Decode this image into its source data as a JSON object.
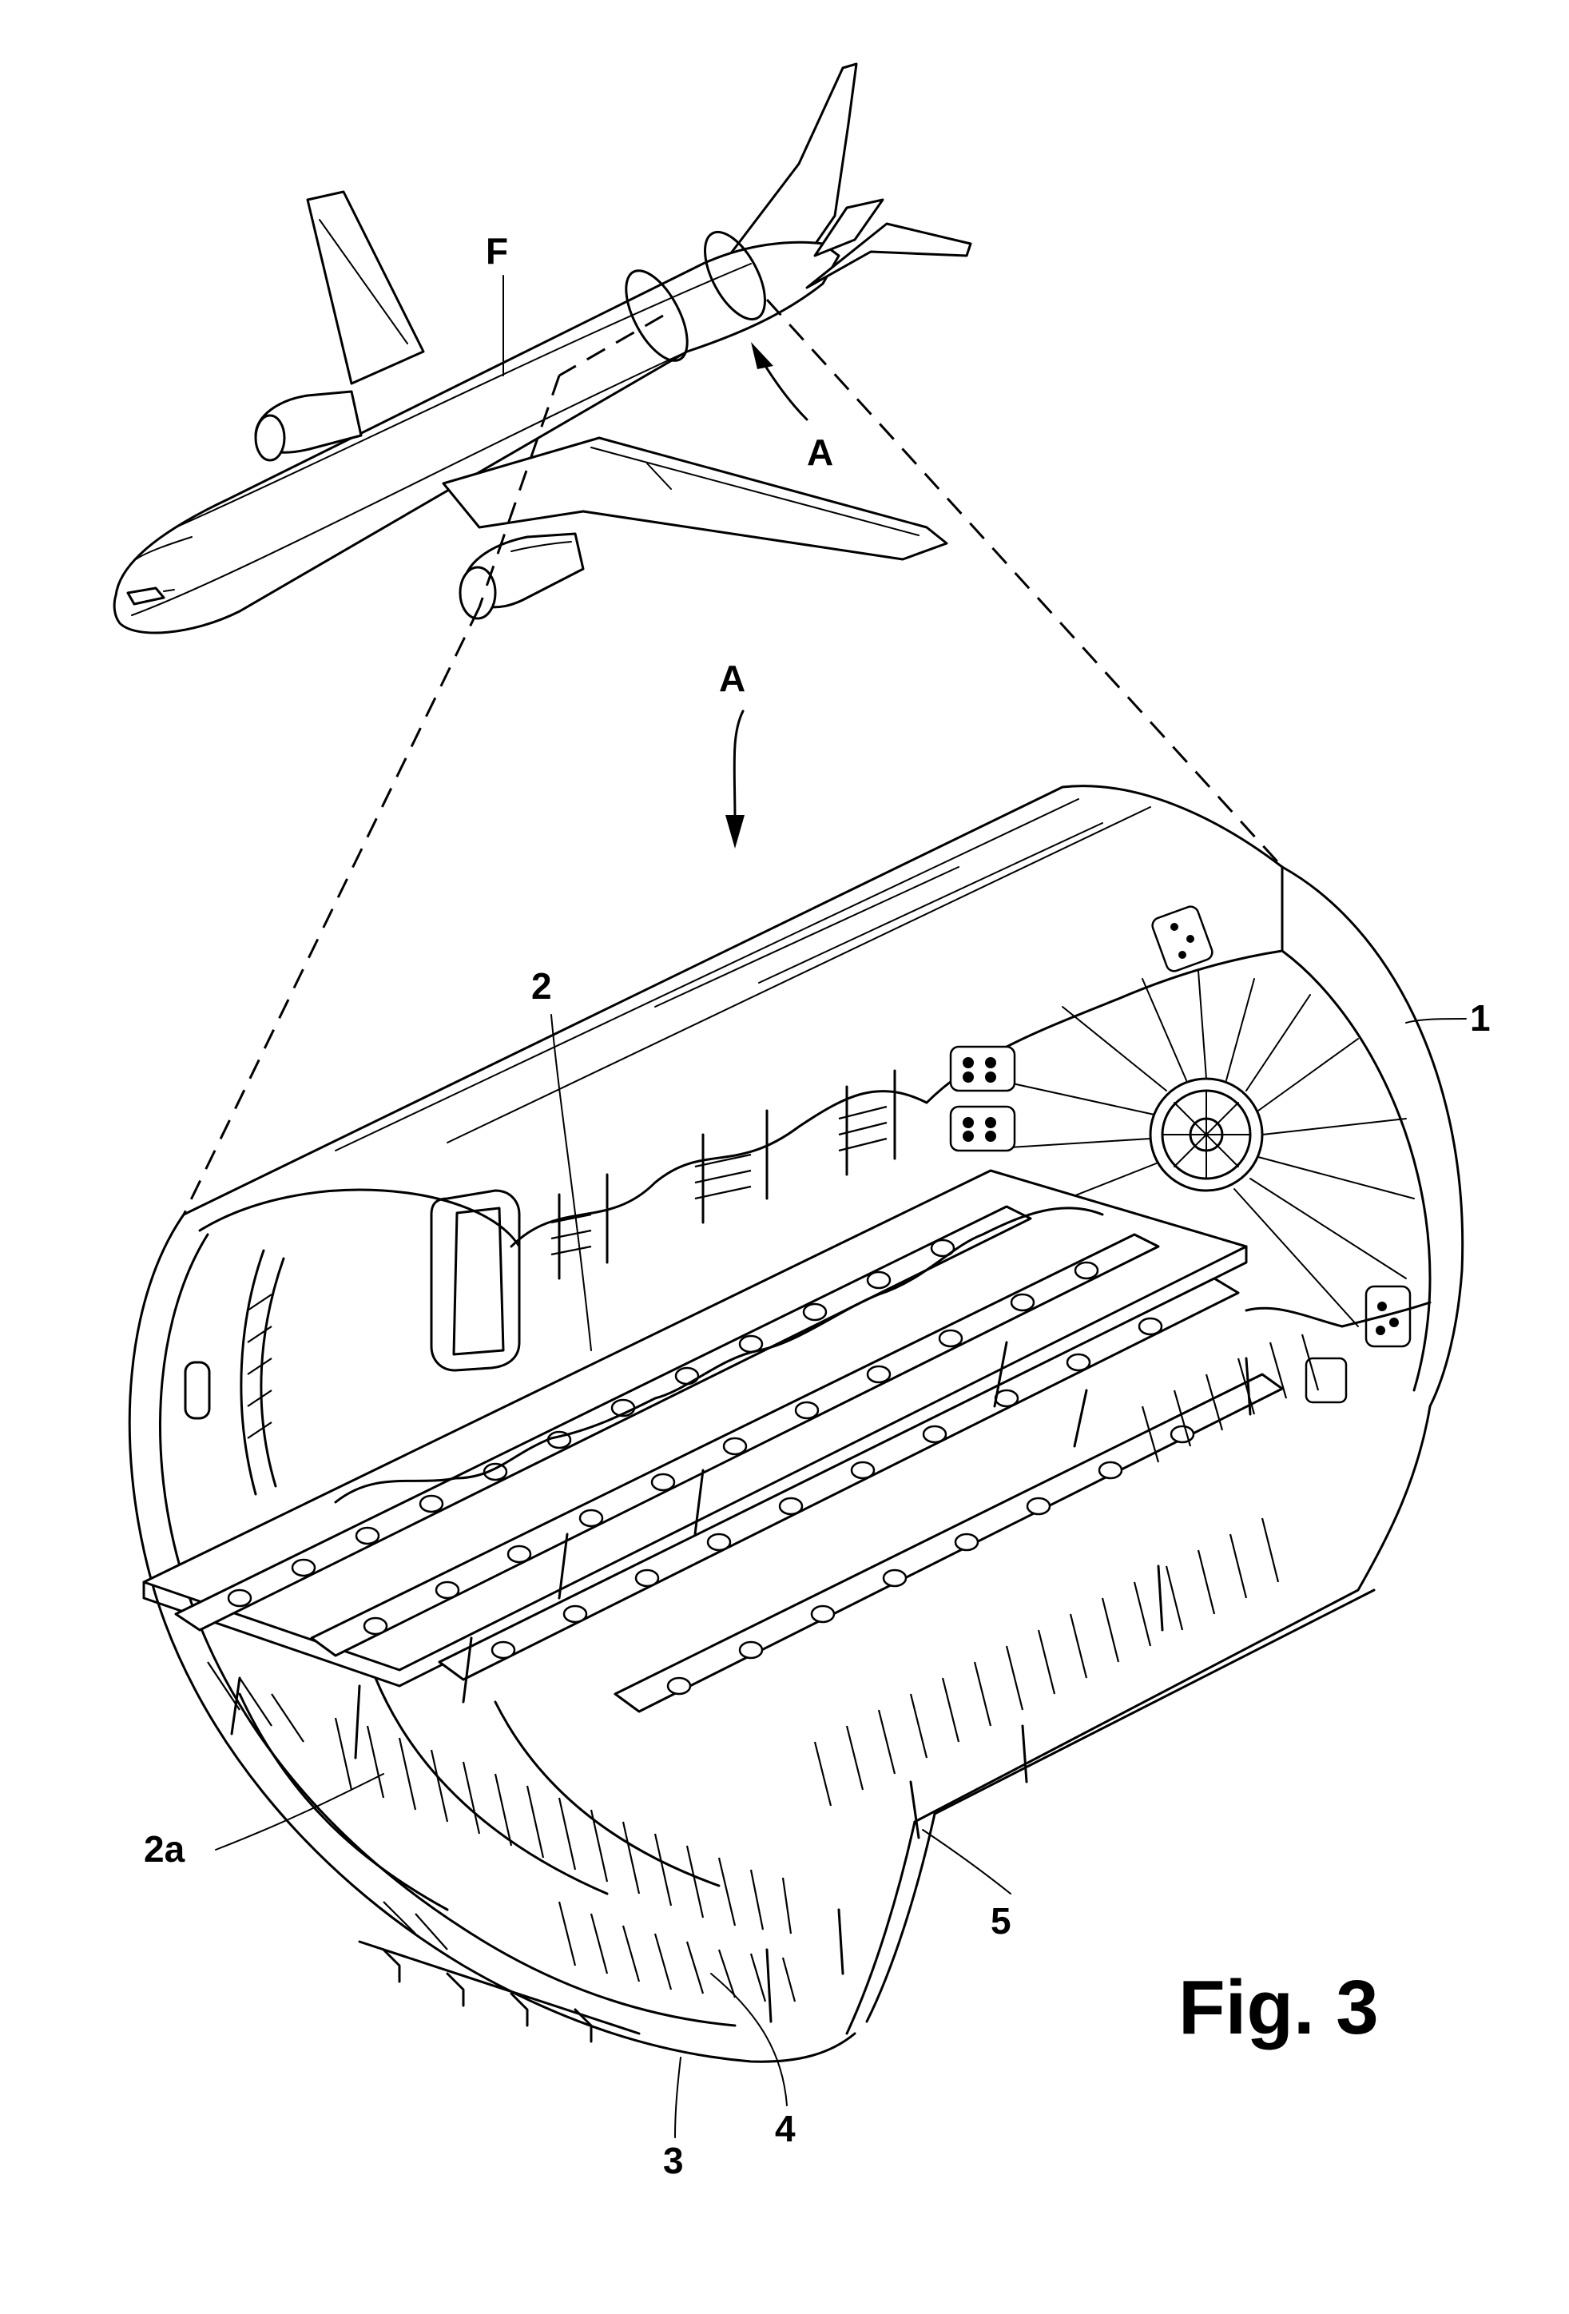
{
  "figure": {
    "caption": "Fig. 3",
    "labels": {
      "aircraft": "F",
      "view_arrow_top": "A",
      "view_arrow_main": "A",
      "fuselage_shell": "1",
      "floor_panel": "2",
      "floor_beam": "2a",
      "frame_lower": "3",
      "stringer": "4",
      "skin": "5"
    }
  }
}
